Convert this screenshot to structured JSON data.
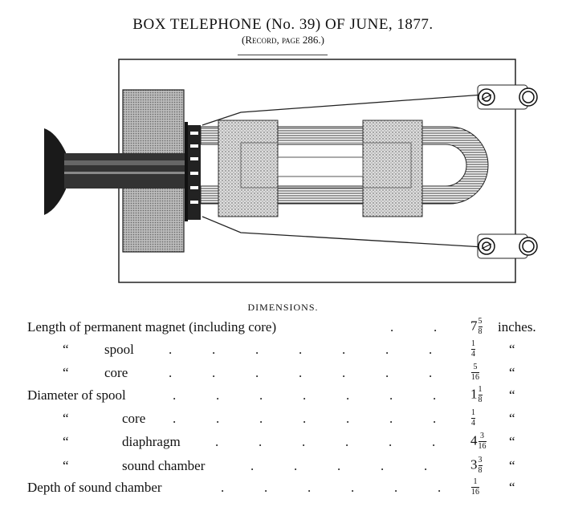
{
  "title": "BOX TELEPHONE (No. 39) OF JUNE, 1877.",
  "subtitle": "(Record, page 286.)",
  "dimensions_heading": "DIMENSIONS.",
  "rows": [
    {
      "label": "Length of permanent magnet (including core)",
      "whole": "7",
      "num": "5",
      "den": "8",
      "unit": "inches."
    },
    {
      "label": "spool",
      "ditto": "“",
      "whole": "",
      "num": "1",
      "den": "4",
      "unit": "“"
    },
    {
      "label": "core",
      "ditto": "“",
      "whole": "",
      "num": "5",
      "den": "16",
      "unit": "“"
    },
    {
      "label": "Diameter of spool",
      "whole": "1",
      "num": "1",
      "den": "8",
      "unit": "“"
    },
    {
      "label": "core",
      "ditto": "“",
      "whole": "",
      "num": "1",
      "den": "4",
      "unit": "“"
    },
    {
      "label": "diaphragm",
      "ditto": "“",
      "whole": "4",
      "num": "3",
      "den": "16",
      "unit": "“"
    },
    {
      "label": "sound chamber",
      "ditto": "“",
      "whole": "3",
      "num": "3",
      "den": "8",
      "unit": "“"
    },
    {
      "label": "Depth of sound chamber",
      "whole": "",
      "num": "1",
      "den": "16",
      "unit": "“"
    }
  ]
}
